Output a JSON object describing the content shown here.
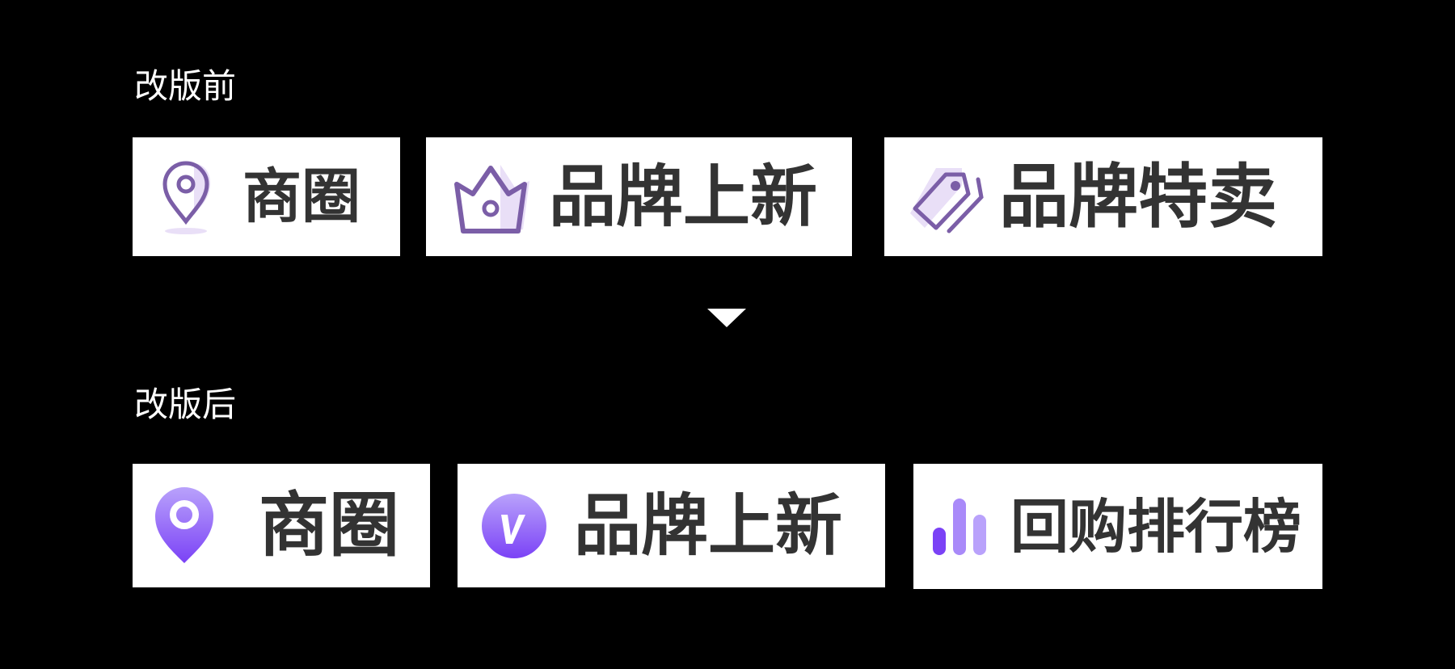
{
  "before": {
    "label": "改版前",
    "items": [
      {
        "text": "商圈",
        "icon": "location-pin-icon"
      },
      {
        "text": "品牌上新",
        "icon": "crown-icon"
      },
      {
        "text": "品牌特卖",
        "icon": "price-tag-icon"
      }
    ]
  },
  "after": {
    "label": "改版后",
    "items": [
      {
        "text": "商圈",
        "icon": "location-pin-icon"
      },
      {
        "text": "品牌上新",
        "icon": "v-badge-icon"
      },
      {
        "text": "回购排行榜",
        "icon": "bar-chart-icon"
      }
    ]
  },
  "colors": {
    "old_icon": "#7b5ea7",
    "old_icon_fill": "#e9dff7",
    "new_icon": "#7b42f6",
    "new_icon_light": "#b9a2fb",
    "text": "#333333"
  }
}
